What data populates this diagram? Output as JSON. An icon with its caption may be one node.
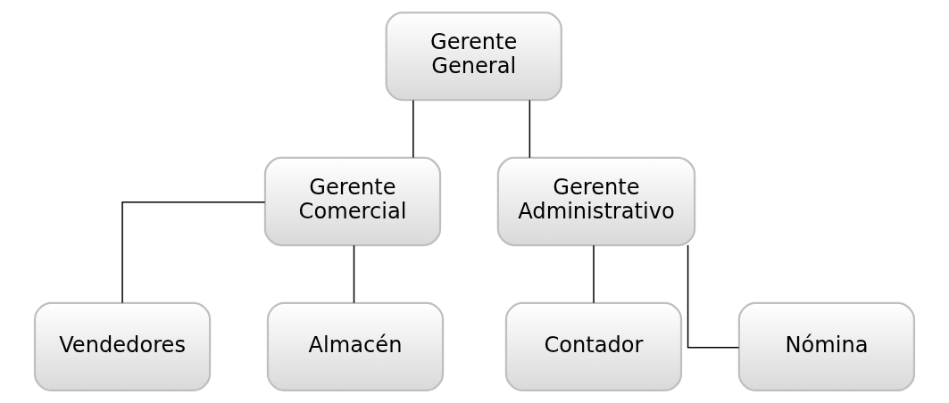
{
  "diagram": {
    "nodes": [
      {
        "text": [
          "Gerente General"
        ]
      },
      {
        "text": [
          "Gerente Comercial"
        ]
      },
      {
        "text": [
          "Gerente Administrativo"
        ]
      },
      {
        "text": [
          "Vendedores"
        ]
      },
      {
        "text": [
          "Almacén"
        ]
      },
      {
        "text": [
          "Contador"
        ]
      },
      {
        "text": [
          "Nómina"
        ]
      }
    ],
    "edges": [
      {
        "from": 0,
        "to": 1,
        "arrow": "none"
      },
      {
        "from": 0,
        "to": 2,
        "arrow": "none"
      },
      {
        "from": 1,
        "to": 3,
        "arrow": "none"
      },
      {
        "from": 1,
        "to": 4,
        "arrow": "none"
      },
      {
        "from": 2,
        "to": 5,
        "arrow": "none"
      },
      {
        "from": 2,
        "to": 6,
        "arrow": "none"
      }
    ]
  }
}
